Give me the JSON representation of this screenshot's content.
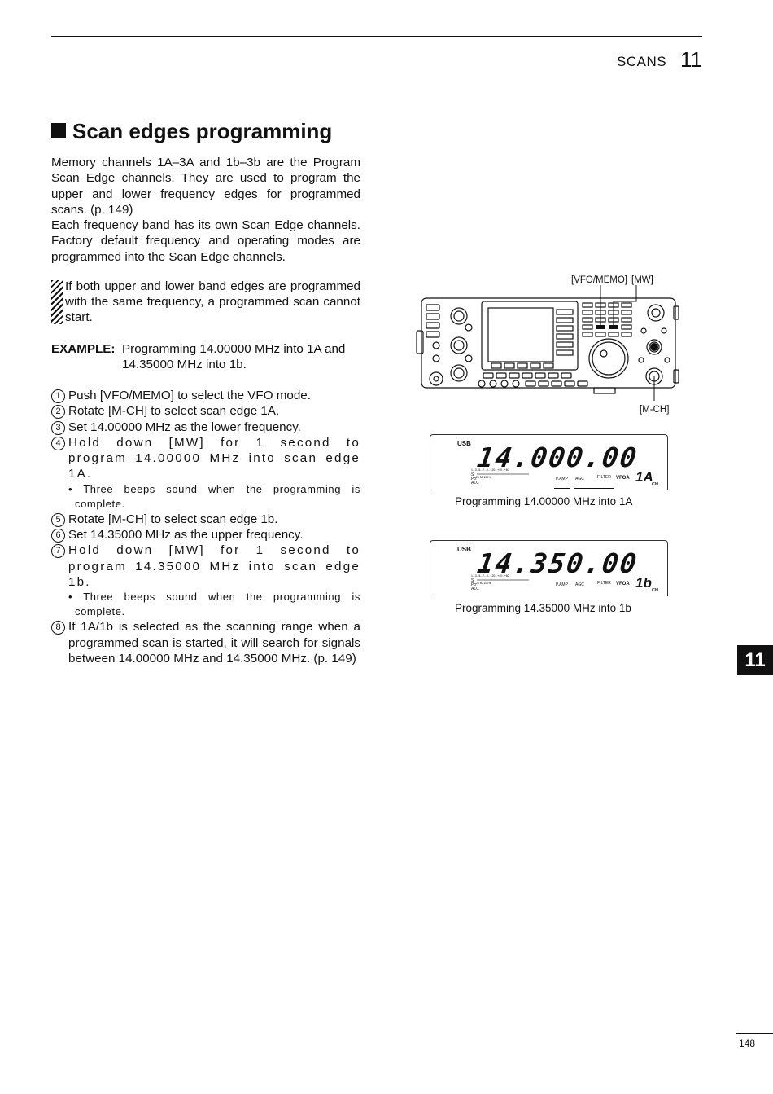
{
  "header": {
    "section": "SCANS",
    "chapter": "11"
  },
  "title": "Scan edges programming",
  "intro": [
    "Memory channels 1A–3A and 1b–3b are the Program Scan Edge channels. They are used to program the upper and lower frequency edges for programmed scans. (p. 149)",
    "Each frequency band has its own Scan Edge channels. Factory default frequency and operating modes are programmed into the Scan Edge channels."
  ],
  "note": "If both upper and lower band edges are programmed with the same frequency, a programmed scan cannot start.",
  "example": {
    "label": "EXAMPLE:",
    "text": "Programming 14.00000 MHz into 1A and 14.35000 MHz into 1b."
  },
  "steps": [
    {
      "num": "1",
      "text": "Push [VFO/MEMO] to select the VFO mode."
    },
    {
      "num": "2",
      "text": "Rotate [M-CH] to select scan edge 1A."
    },
    {
      "num": "3",
      "text": "Set 14.00000 MHz as the lower frequency."
    },
    {
      "num": "4",
      "text": "Hold down [MW] for 1 second to program 14.00000 MHz into scan edge 1A."
    },
    {
      "num": "5",
      "text": "Rotate [M-CH] to select scan edge 1b."
    },
    {
      "num": "6",
      "text": "Set 14.35000 MHz as the upper frequency."
    },
    {
      "num": "7",
      "text": "Hold down [MW] for 1 second to program 14.35000 MHz into scan edge 1b."
    },
    {
      "num": "8",
      "text": "If 1A/1b is selected as the scanning range when a programmed scan is started, it will search for signals between 14.00000 MHz and 14.35000 MHz. (p. 149)"
    }
  ],
  "bullet": "• Three beeps sound when the programming is complete.",
  "radio": {
    "label_vfo": "[VFO/MEMO]",
    "label_mw": "[MW]",
    "label_mch": "[M-CH]"
  },
  "displays": [
    {
      "mode": "USB",
      "freq": "14.000.00",
      "vfo": "VFOA",
      "ch": "1A",
      "ch_label": "CH",
      "caption": "Programming 14.00000 MHz into 1A"
    },
    {
      "mode": "USB",
      "freq": "14.350.00",
      "vfo": "VFOA",
      "ch": "1b",
      "ch_label": "CH",
      "caption": "Programming 14.35000 MHz into 1b"
    }
  ],
  "meter": {
    "s_scale": "1...3...5...7...9...+20...+40...+60",
    "po_scale": "20   50   100%",
    "s": "S",
    "po": "Po",
    "alc": "ALC",
    "pamp": "P.AMP",
    "agc": "AGC",
    "filter": "FILTER"
  },
  "side_tab": "11",
  "page_number": "148"
}
